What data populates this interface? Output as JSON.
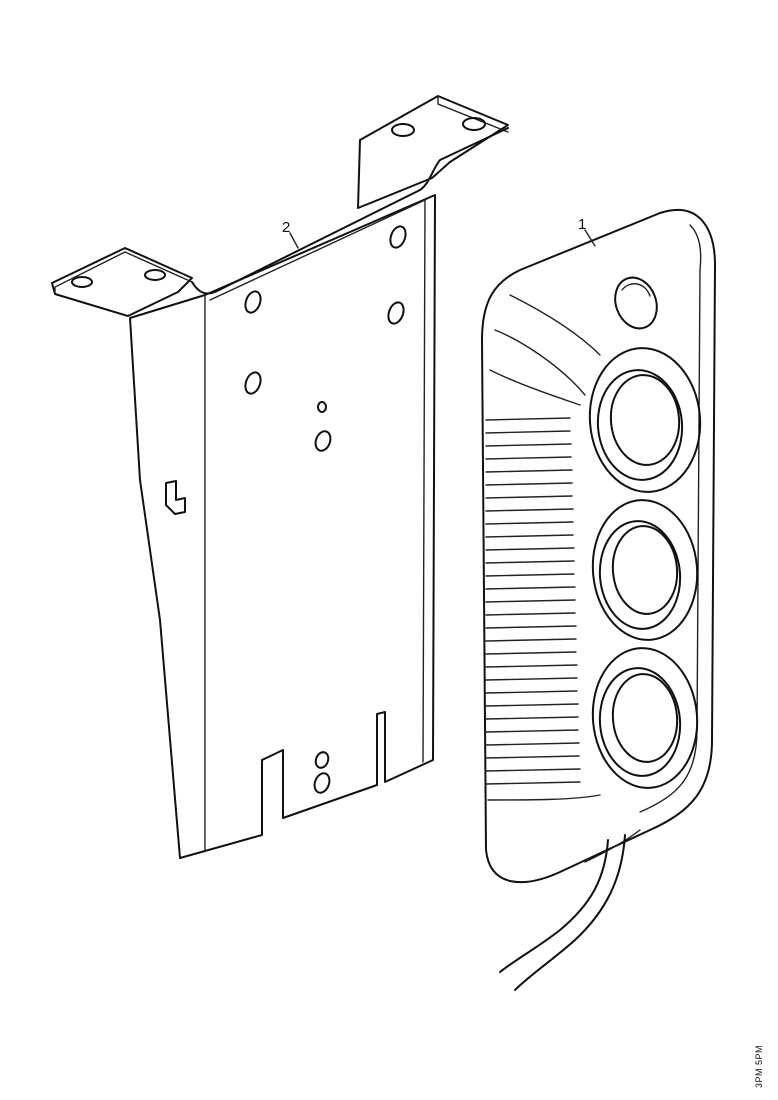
{
  "callouts": {
    "light_unit": "1",
    "bracket": "2"
  },
  "drawing_code": "3PM 5PM",
  "colors": {
    "line": "#111111",
    "background": "#ffffff"
  }
}
